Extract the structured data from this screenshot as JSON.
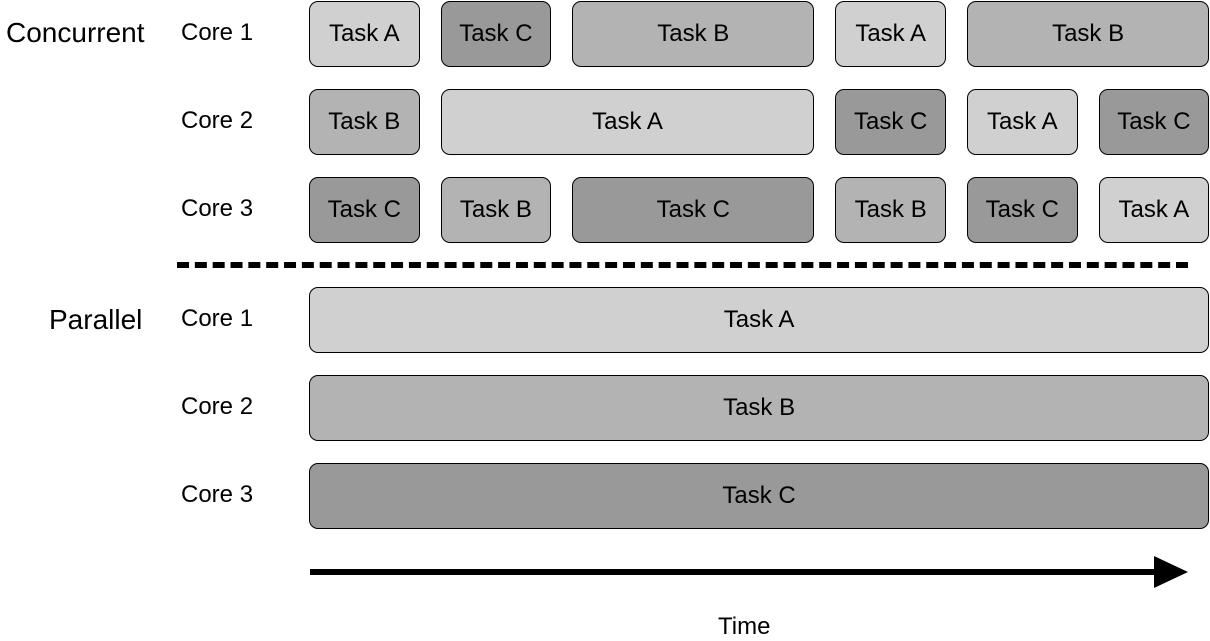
{
  "sections": [
    {
      "id": "concurrent",
      "label": "Concurrent",
      "cores": [
        {
          "label": "Core 1",
          "blocks": [
            {
              "task": "Task A",
              "start": 0,
              "end": 1
            },
            {
              "task": "Task C",
              "start": 1,
              "end": 2
            },
            {
              "task": "Task B",
              "start": 2,
              "end": 4
            },
            {
              "task": "Task A",
              "start": 4,
              "end": 5
            },
            {
              "task": "Task B",
              "start": 5,
              "end": 7
            }
          ]
        },
        {
          "label": "Core 2",
          "blocks": [
            {
              "task": "Task B",
              "start": 0,
              "end": 1
            },
            {
              "task": "Task A",
              "start": 1,
              "end": 4
            },
            {
              "task": "Task C",
              "start": 4,
              "end": 5
            },
            {
              "task": "Task A",
              "start": 5,
              "end": 6
            },
            {
              "task": "Task C",
              "start": 6,
              "end": 7
            }
          ]
        },
        {
          "label": "Core 3",
          "blocks": [
            {
              "task": "Task C",
              "start": 0,
              "end": 1
            },
            {
              "task": "Task B",
              "start": 1,
              "end": 2
            },
            {
              "task": "Task C",
              "start": 2,
              "end": 4
            },
            {
              "task": "Task B",
              "start": 4,
              "end": 5
            },
            {
              "task": "Task C",
              "start": 5,
              "end": 6
            },
            {
              "task": "Task A",
              "start": 6,
              "end": 7
            }
          ]
        }
      ]
    },
    {
      "id": "parallel",
      "label": "Parallel",
      "cores": [
        {
          "label": "Core 1",
          "blocks": [
            {
              "task": "Task A",
              "start": 0,
              "end": 7
            }
          ]
        },
        {
          "label": "Core 2",
          "blocks": [
            {
              "task": "Task B",
              "start": 0,
              "end": 7
            }
          ]
        },
        {
          "label": "Core 3",
          "blocks": [
            {
              "task": "Task C",
              "start": 0,
              "end": 7
            }
          ]
        }
      ]
    }
  ],
  "task_colors": {
    "Task A": "#d0d0d0",
    "Task B": "#b3b3b3",
    "Task C": "#999999"
  },
  "axis": {
    "label": "Time"
  }
}
